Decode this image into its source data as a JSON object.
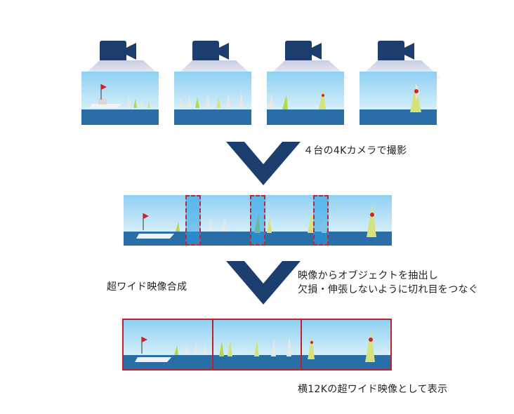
{
  "colors": {
    "camera": "#1c3e6e",
    "arrow": "#1c3e6e",
    "cone_top": "#c9cde4",
    "cone_bottom": "#f4f5fb",
    "sky_top": "#8fd0f2",
    "sky_bottom": "#d8f0fb",
    "sea": "#2a6ea8",
    "overlap": "#29a3e6",
    "seam_red": "#c21f2c"
  },
  "icons": [
    "video-camera-icon",
    "down-arrow-icon"
  ],
  "cameras": [
    {
      "id": "camera-1"
    },
    {
      "id": "camera-2"
    },
    {
      "id": "camera-3"
    },
    {
      "id": "camera-4"
    }
  ],
  "captions": {
    "step1": "４台の4Kカメラで撮影",
    "step2_left": "超ワイド映像合成",
    "step2_right_line1": "映像からオブジェクトを抽出し",
    "step2_right_line2": "欠損・伸張しないように切れ目をつなぐ",
    "step3": "横12Kの超ワイド映像として表示"
  }
}
